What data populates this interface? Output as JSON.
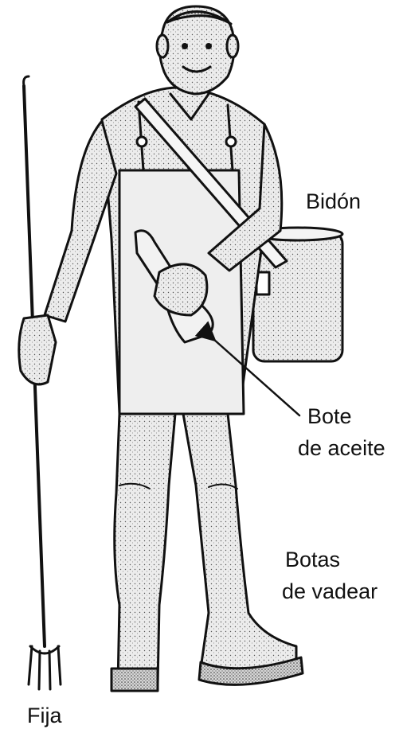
{
  "labels": {
    "canister": "Bidón",
    "oil_can_line1": "Bote",
    "oil_can_line2": "de aceite",
    "boots_line1": "Botas",
    "boots_line2": "de vadear",
    "gig": "Fija"
  },
  "colors": {
    "ink": "#111111",
    "fill": "#e9e9e9",
    "shade": "#c9c9c9",
    "background": "#ffffff"
  }
}
